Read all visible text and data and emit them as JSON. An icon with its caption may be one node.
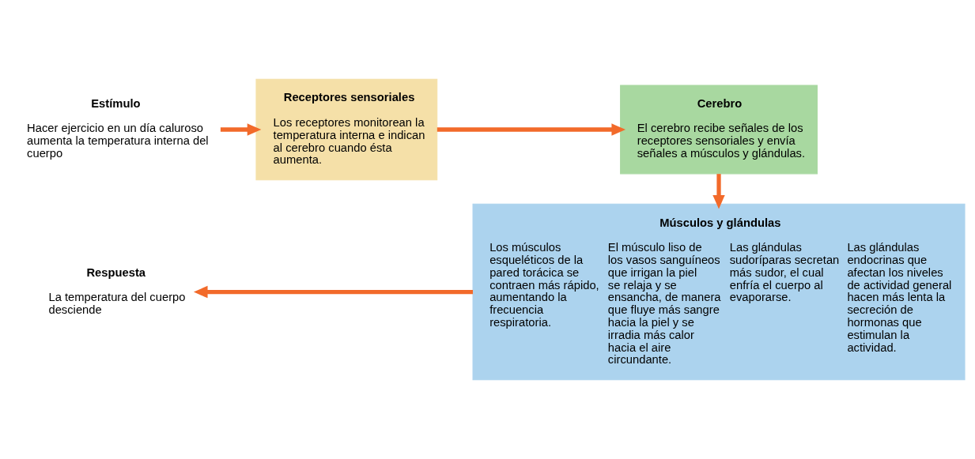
{
  "diagram": {
    "nodes": [
      {
        "text": [
          "Estímulo",
          "Hacer ejercicio en un día caluroso aumenta la temperatura interna del cuerpo"
        ]
      },
      {
        "text": [
          "Receptores sensoriales",
          "Los receptores monitorean la temperatura interna e indican al cerebro cuando ésta aumenta."
        ]
      },
      {
        "text": [
          "Cerebro",
          "El cerebro recibe señales de los receptores sensoriales y envía señales a músculos y glándulas."
        ]
      },
      {
        "text": [
          "Músculos y glándulas",
          "Los músculos esqueléticos de la pared torácica se contraen más rápido, aumentando la frecuencia respiratoria.",
          "El músculo liso de los vasos sanguíneos que irrigan la piel se relaja y se ensancha, de manera que fluye más sangre hacia la piel y se irradia más calor hacia el aire circundante.",
          "Las glándulas sudoríparas secretan más sudor, el cual enfría el cuerpo al evaporarse.",
          "Las glándulas endocrinas que afectan los niveles de actividad general hacen más lenta la secreción de hormonas que estimulan la actividad."
        ]
      },
      {
        "text": [
          "Respuesta",
          "La temperatura del cuerpo desciende"
        ]
      }
    ],
    "edges": [
      {
        "from": 0,
        "to": 1,
        "arrow": "to"
      },
      {
        "from": 1,
        "to": 2,
        "arrow": "to"
      },
      {
        "from": 2,
        "to": 3,
        "arrow": "to"
      },
      {
        "from": 3,
        "to": 4,
        "arrow": "to"
      }
    ]
  }
}
